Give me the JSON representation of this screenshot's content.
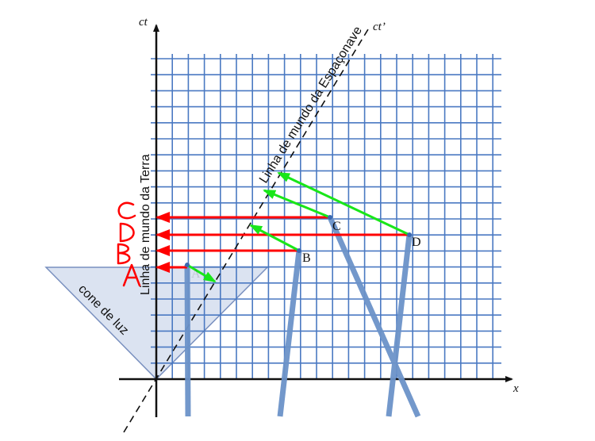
{
  "axes": {
    "t_label": "ct",
    "x_label": "x",
    "tprime_label": "ct’"
  },
  "labels": {
    "earth_worldline": "Linha de mundo da Terra",
    "ship_worldline": "Linha de mundo da Espaçonave",
    "light_cone": "cone de luz"
  },
  "points": {
    "A": "A",
    "B": "B",
    "C": "C",
    "D": "D"
  },
  "handwriting": {
    "text": "CDBA"
  },
  "colors": {
    "grid": "#4a79c2",
    "worldline": "#6c93c9",
    "signal_red": "#ff0000",
    "signal_green": "#19e619",
    "cone_fill": "#dbe3f1",
    "cone_stroke": "#7990bf",
    "axis": "#111111"
  }
}
